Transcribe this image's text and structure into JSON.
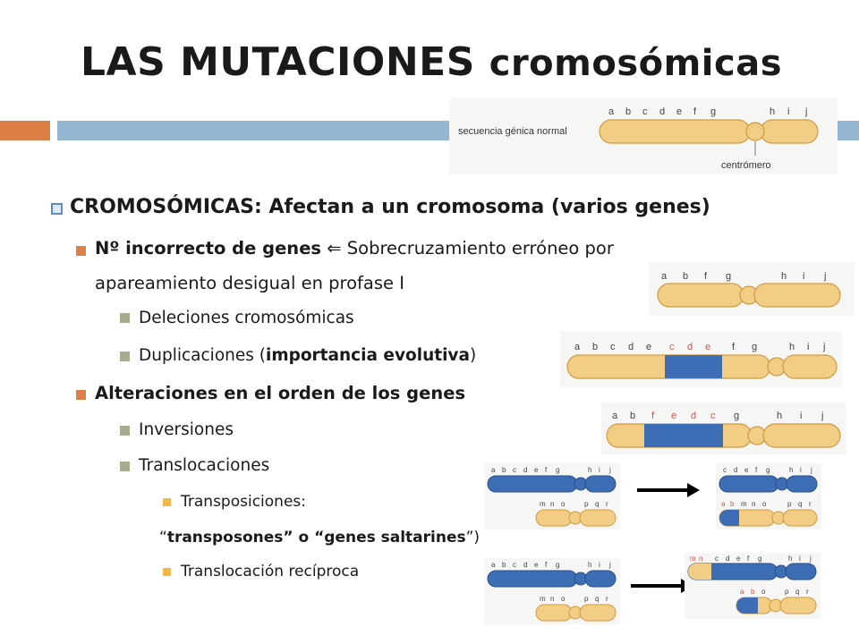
{
  "slide": {
    "title_main": "LAS MUTACIONES",
    "title_sub": "cromosómicas",
    "accent_colors": {
      "orange": "#dd8047",
      "blue_bar": "#94b6d2",
      "chromosome_yellow": "#f2cd86",
      "chromosome_blue": "#3d6db5"
    }
  },
  "bullets": {
    "l1_bold": "CROMOSÓMICAS: Afectan a un cromosoma",
    "l1_rest": " (varios genes)",
    "wrong_genes_bold": "Nº incorrecto de genes",
    "arrow_symbol": "⇐",
    "wrong_genes_rest_1": "Sobrecruzamiento erróneo por",
    "wrong_genes_rest_2": "apareamiento desigual en profase I",
    "deletions": "Deleciones cromosómicas",
    "dup_a": "Duplicaciones (",
    "dup_b": "importancia evolutiva",
    "dup_c": ")",
    "order_bold": "Alteraciones en el orden de los genes",
    "inversions": "Inversiones",
    "translocations": "Translocaciones",
    "transpositions": "Transposiciones:",
    "transposons_a": "“",
    "transposons_b": "transposones” o “genes saltarines",
    "transposons_c": "”)",
    "reciprocal": "Translocación recíproca"
  },
  "figures": {
    "normal_label": "secuencia génica normal",
    "centromere_label": "centrómero",
    "normal_genes": [
      "a",
      "b",
      "c",
      "d",
      "e",
      "f",
      "g",
      "h",
      "i",
      "j"
    ],
    "deletion_genes": [
      "a",
      "b",
      "f",
      "g",
      "h",
      "i",
      "j"
    ],
    "duplication_genes": [
      "a",
      "b",
      "c",
      "d",
      "e",
      "c",
      "d",
      "e",
      "f",
      "g",
      "h",
      "i",
      "j"
    ],
    "inversion_genes": [
      "a",
      "b",
      "f",
      "e",
      "d",
      "c",
      "g",
      "h",
      "i",
      "j"
    ],
    "trans_blue_before": [
      "a",
      "b",
      "c",
      "d",
      "e",
      "f",
      "g",
      "h",
      "i",
      "j"
    ],
    "trans_yellow_before": [
      "m",
      "n",
      "o",
      "p",
      "q",
      "r"
    ],
    "transpos_blue_after": [
      "c",
      "d",
      "e",
      "f",
      "g",
      "h",
      "i",
      "j"
    ],
    "transpos_yellow_after": [
      "a",
      "b",
      "m",
      "n",
      "o",
      "p",
      "q",
      "r"
    ],
    "recip_blue_after": [
      "m",
      "n",
      "c",
      "d",
      "e",
      "f",
      "g",
      "h",
      "i",
      "j"
    ],
    "recip_yellow_after": [
      "a",
      "b",
      "o",
      "p",
      "q",
      "r"
    ]
  }
}
